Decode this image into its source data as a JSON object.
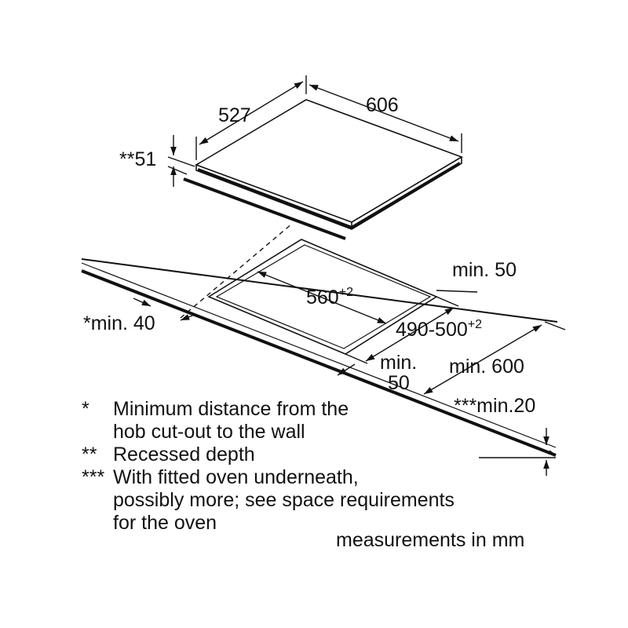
{
  "dimensions": {
    "hob_depth": "527",
    "hob_width": "606",
    "recessed_depth": "**51",
    "wall_min": "min. 50",
    "cutout_width": "560",
    "cutout_width_tol": "+2",
    "wall_distance": "*min. 40",
    "cutout_depth": "490-500",
    "cutout_depth_tol": "+2",
    "front_min_line1": "min.",
    "front_min_line2": "50",
    "worktop_depth": "min. 600",
    "oven_gap": "***min.20"
  },
  "notes": [
    {
      "mark": "*",
      "lines": [
        "Minimum distance from the",
        "hob cut-out to the wall"
      ]
    },
    {
      "mark": "**",
      "lines": [
        "Recessed depth"
      ]
    },
    {
      "mark": "***",
      "lines": [
        "With fitted oven underneath,",
        "possibly more; see space requirements",
        "for the oven"
      ]
    }
  ],
  "units_note": "measurements in mm"
}
